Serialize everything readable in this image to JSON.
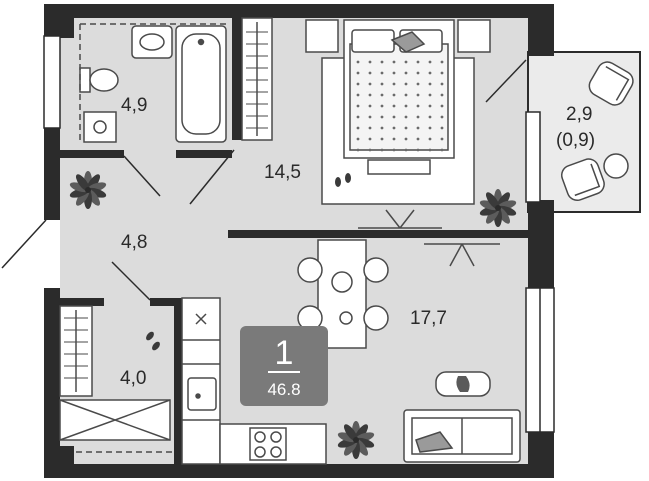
{
  "plan": {
    "rooms": {
      "bathroom": {
        "area": "4,9"
      },
      "bedroom": {
        "area": "14,5"
      },
      "balcony": {
        "area": "2,9",
        "reduced_area": "(0,9)"
      },
      "hallway": {
        "area": "4,8"
      },
      "living": {
        "area": "17,7"
      },
      "closet": {
        "area": "4,0"
      }
    },
    "badge": {
      "rooms": "1",
      "total_area": "46.8"
    }
  },
  "colors": {
    "wall": "#2b2b2b",
    "floor": "#dcdcdc",
    "balcony_floor": "#ebebeb",
    "furniture_line": "#4a4a4a",
    "badge": "#7a7a7a"
  }
}
